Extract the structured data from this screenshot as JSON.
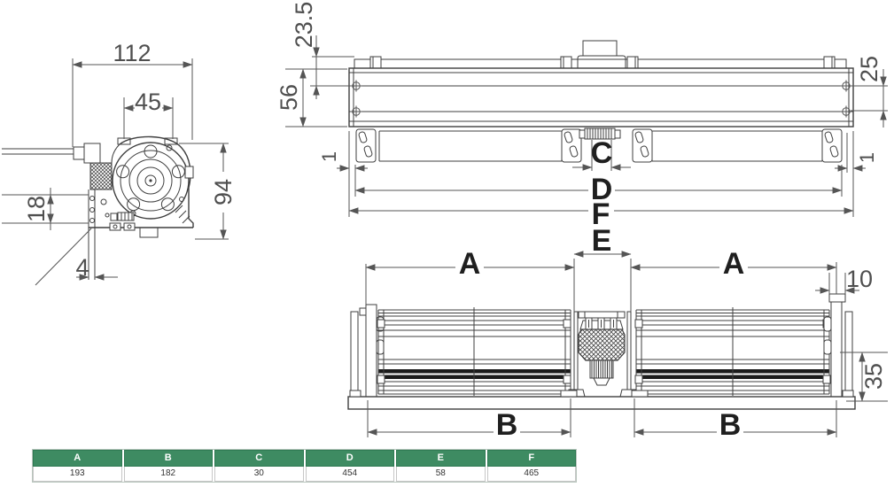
{
  "side_view": {
    "width_dim": "112",
    "hub_width_dim": "45",
    "side_offset_dim": "18",
    "height_dim": "94",
    "wall_thickness_dim": "4"
  },
  "top_view": {
    "top_clearance_dim": "23.5",
    "body_depth_dim": "56",
    "screw_pitch_dim": "25",
    "end_gap_left_dim": "1",
    "end_gap_right_dim": "1",
    "motor_width_label": "C",
    "mount_span_label": "D",
    "total_length_label": "F"
  },
  "front_view": {
    "motor_gap_label": "E",
    "blower_left_label": "A",
    "blower_right_label": "A",
    "flange_dim": "10",
    "outlet_height_dim": "35",
    "base_left_label": "B",
    "base_right_label": "B"
  },
  "table": {
    "headers": [
      "A",
      "B",
      "C",
      "D",
      "E",
      "F"
    ],
    "values": [
      "193",
      "182",
      "30",
      "454",
      "58",
      "465"
    ]
  },
  "colors": {
    "header_green": "#3E8B62",
    "line_color": "#3f3f3f",
    "dim_text_color": "#4f4f4f"
  }
}
